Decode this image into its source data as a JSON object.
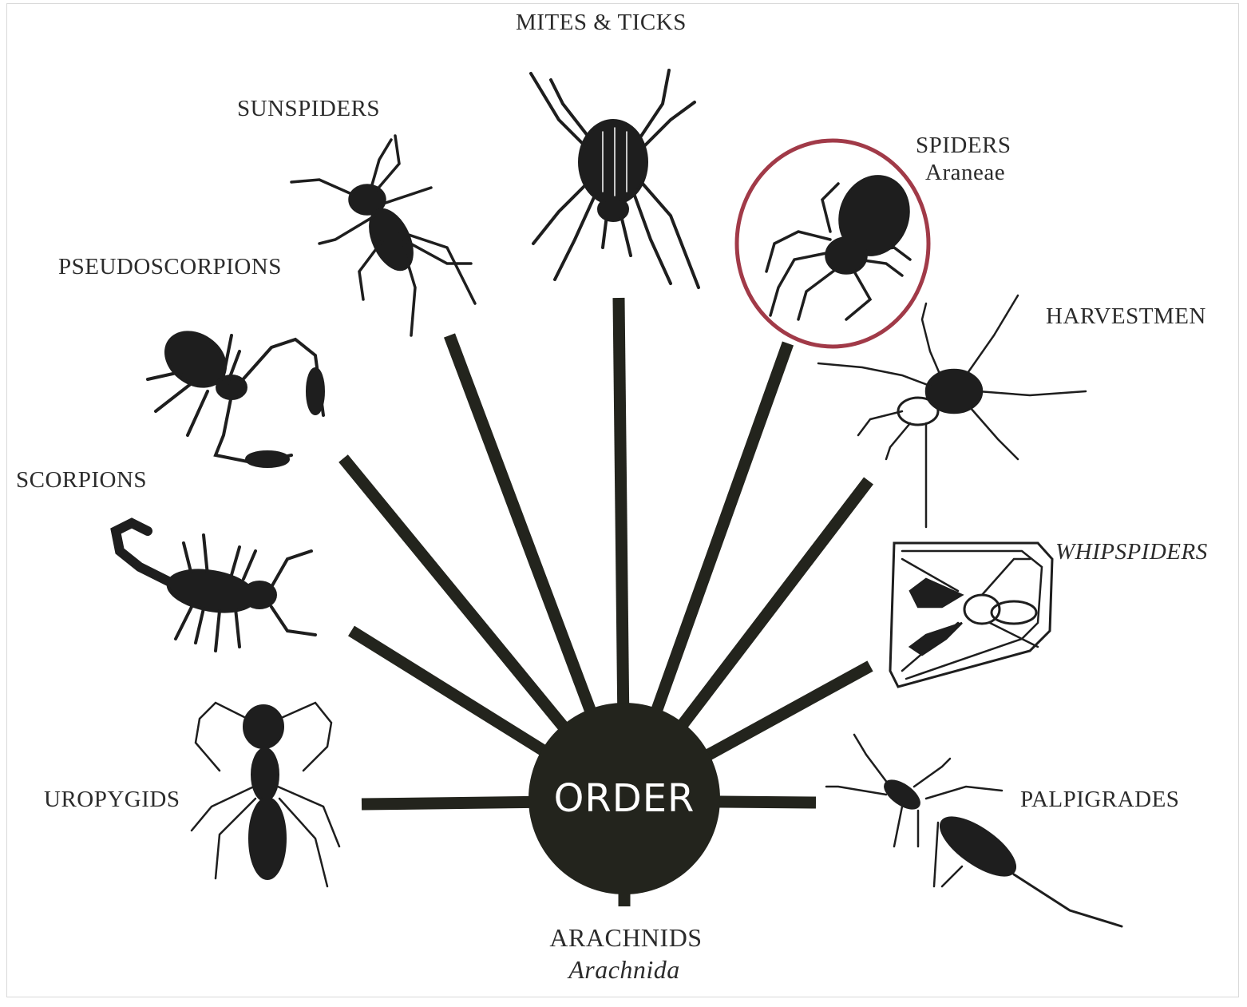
{
  "diagram": {
    "center": {
      "label": "ORDER"
    },
    "root": {
      "common_name": "ARACHNIDS",
      "scientific_name": "Arachnida"
    },
    "orders": [
      {
        "id": "uropygids",
        "label": "UROPYGIDS",
        "highlighted": false
      },
      {
        "id": "scorpions",
        "label": "SCORPIONS",
        "highlighted": false
      },
      {
        "id": "pseudoscorpions",
        "label": "PSEUDOSCORPIONS",
        "highlighted": false
      },
      {
        "id": "sunspiders",
        "label": "SUNSPIDERS",
        "highlighted": false
      },
      {
        "id": "mites-ticks",
        "label": "MITES & TICKS",
        "highlighted": false
      },
      {
        "id": "spiders",
        "label": "SPIDERS",
        "scientific_name": "Araneae",
        "highlighted": true
      },
      {
        "id": "harvestmen",
        "label": "HARVESTMEN",
        "highlighted": false
      },
      {
        "id": "whipspiders",
        "label": "WHIPSPIDERS",
        "italic": true,
        "highlighted": false
      },
      {
        "id": "palpigrades",
        "label": "PALPIGRADES",
        "highlighted": false
      }
    ],
    "colors": {
      "spoke": "#23241d",
      "hub": "#23241d",
      "highlight_ring": "#a13a48",
      "illustration": "#1e1e1e"
    }
  }
}
